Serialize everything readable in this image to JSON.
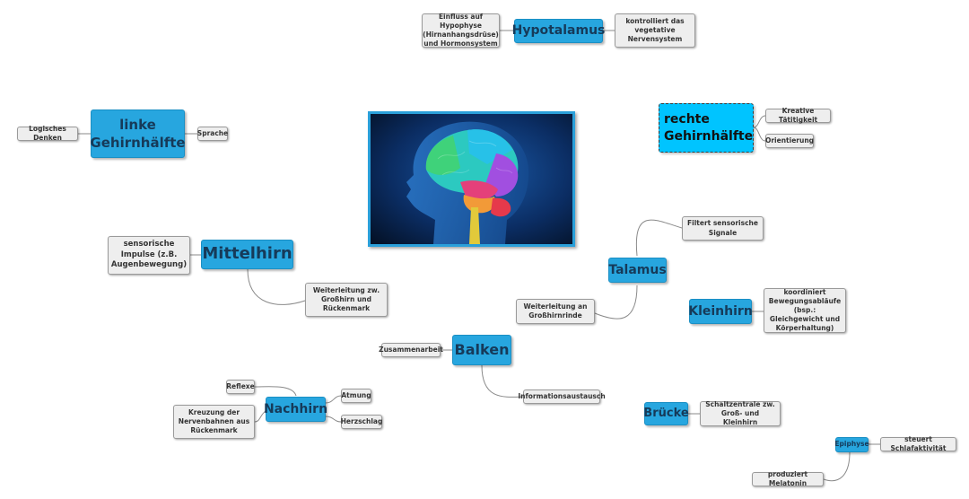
{
  "topics": {
    "hypotalamus": "Hypotalamus",
    "links": "linke Gehirnhälfte",
    "rechts": "rechte Gehirnhälfte",
    "mittelhirn": "Mittelhirn",
    "talamus": "Talamus",
    "kleinhirn": "Kleinhirn",
    "balken": "Balken",
    "nachhirn": "Nachhirn",
    "bruecke": "Brücke",
    "epiphyse": "Epiphyse"
  },
  "subtopics": {
    "hyp_einfluss": "Einfluss auf Hypophyse (Hirnanhangsdrüse) und Hormonsystem",
    "hyp_kontrolle": "kontrolliert das vegetative Nervensystem",
    "logisches_denken": "Logisches Denken",
    "sprache": "Sprache",
    "kreative": "Kreative Tätitigkeit",
    "orientierung": "Orientierung",
    "sensorische_impulse": "sensorische Impulse (z.B. Augenbewegung)",
    "weiterleitung_gross_rueck": "Weiterleitung zw. Großhirn und Rückenmark",
    "filtert": "Filtert sensorische Signale",
    "weiterleitung_rinde": "Weiterleitung an Großhirnrinde",
    "koordiniert": "koordiniert Bewegungsabläufe (bsp.: Gleichgewicht und Körperhaltung)",
    "zusammenarbeit": "Zusammenarbeit",
    "informationsaustausch": "Informationsaustausch",
    "reflexe": "Reflexe",
    "atmung": "Atmung",
    "herzschlag": "Herzschlag",
    "kreuzung": "Kreuzung der Nervenbahnen aus Rückenmark",
    "schaltzentrale": "Schaltzentrale zw. Groß- und Kleinhirn",
    "schlafaktivitaet": "steuert Schlafaktivität",
    "melatonin": "produziert Melatonin"
  },
  "colors": {
    "topic_fill": "#27a6df",
    "topic_text": "#163a59",
    "highlight_fill": "#00c4ff",
    "subtopic_fill": "#eeeeee",
    "connector": "#8a8a8a"
  }
}
